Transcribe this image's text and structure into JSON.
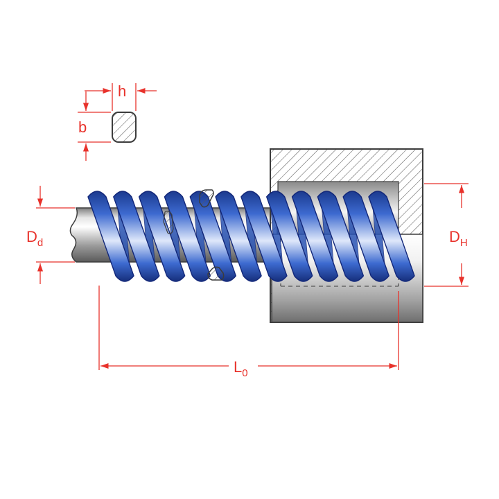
{
  "labels": {
    "h": "h",
    "b": "b",
    "dd_main": "D",
    "dd_sub": "d",
    "dh_main": "D",
    "dh_sub": "H",
    "l0_main": "L",
    "l0_sub": "0"
  },
  "colors": {
    "spring_blue": "#2a54b4",
    "spring_dark": "#13287a",
    "dimension_red": "#e8322b",
    "hatch_gray": "#5a5a5a",
    "outline": "#3c3c3c"
  },
  "spring": {
    "coil_count": 12
  }
}
